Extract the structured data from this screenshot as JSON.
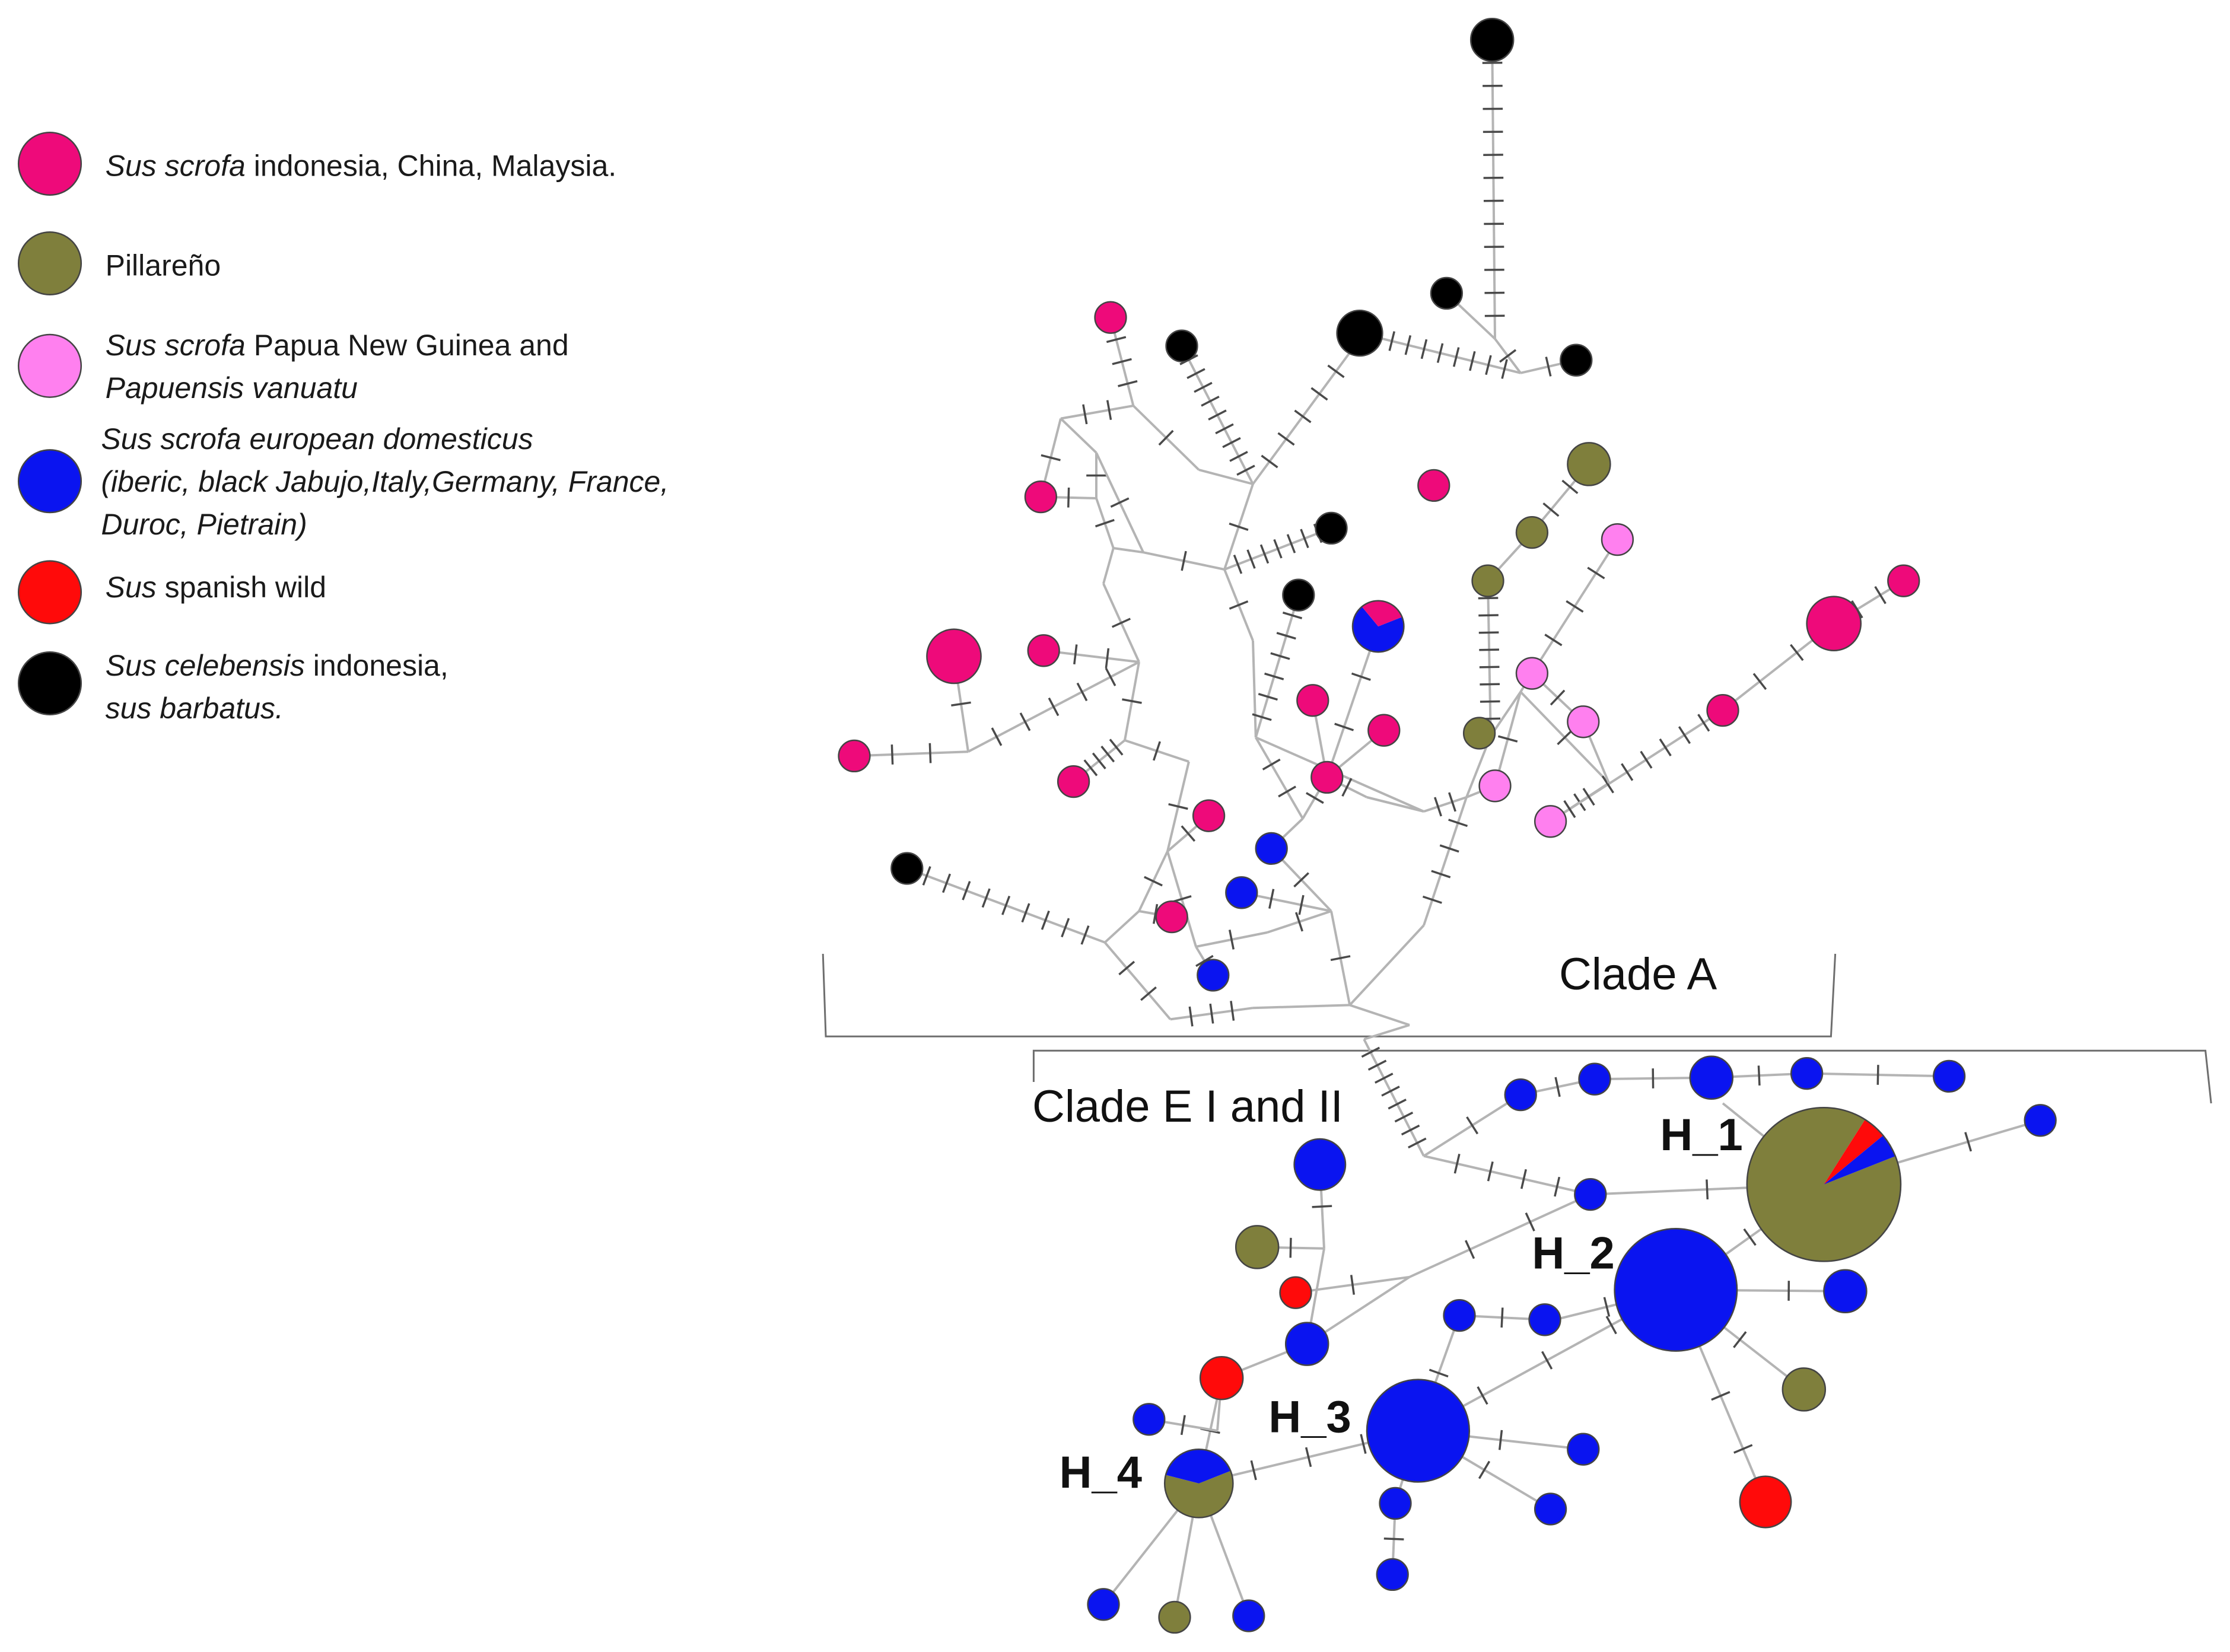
{
  "colors": {
    "asian": "#ee0a7a",
    "pillareno": "#7f7f3c",
    "papua": "#ff80ef",
    "european": "#0a14f0",
    "spanish_wild": "#ff0a0a",
    "celebensis": "#000000"
  },
  "legend": [
    {
      "color_key": "asian",
      "lines": [
        [
          {
            "t": "Sus scrofa",
            "i": true
          },
          {
            "t": " indonesia, China, Malaysia.",
            "i": false
          }
        ]
      ]
    },
    {
      "color_key": "pillareno",
      "lines": [
        [
          {
            "t": "Pillareño",
            "i": false
          }
        ]
      ]
    },
    {
      "color_key": "papua",
      "lines": [
        [
          {
            "t": "Sus scrofa",
            "i": true
          },
          {
            "t": " Papua New Guinea and",
            "i": false
          }
        ],
        [
          {
            "t": "Papuensis vanuatu",
            "i": true
          }
        ]
      ]
    },
    {
      "color_key": "european",
      "lines": [
        [
          {
            "t": "Sus scrofa  european domesticus",
            "i": true
          }
        ],
        [
          {
            "t": "(iberic, black Jabujo,Italy,Germany, France,",
            "i": true
          }
        ],
        [
          {
            "t": "Duroc, Pietrain)",
            "i": true
          }
        ]
      ]
    },
    {
      "color_key": "spanish_wild",
      "lines": [
        [
          {
            "t": "Sus",
            "i": true
          },
          {
            "t": " spanish wild",
            "i": false
          }
        ]
      ]
    },
    {
      "color_key": "celebensis",
      "lines": [
        [
          {
            "t": "Sus celebensis",
            "i": true
          },
          {
            "t": " indonesia,",
            "i": false
          }
        ],
        [
          {
            "t": "sus barbatus.",
            "i": true
          }
        ]
      ]
    }
  ],
  "clades": [
    {
      "id": "A",
      "label": "Clade A"
    },
    {
      "id": "E",
      "label": "Clade E I and II"
    }
  ],
  "haplotypes": [
    {
      "id": "H_1",
      "label": "H_1",
      "composition": [
        {
          "group": "pillareno",
          "share": 0.9
        },
        {
          "group": "spanish_wild",
          "share": 0.05
        },
        {
          "group": "european",
          "share": 0.05
        }
      ]
    },
    {
      "id": "H_2",
      "label": "H_2",
      "composition": [
        {
          "group": "european",
          "share": 1
        }
      ]
    },
    {
      "id": "H_3",
      "label": "H_3",
      "composition": [
        {
          "group": "european",
          "share": 1
        }
      ]
    },
    {
      "id": "H_4",
      "label": "H_4",
      "composition": [
        {
          "group": "pillareno",
          "share": 0.6
        },
        {
          "group": "european",
          "share": 0.4
        }
      ]
    }
  ],
  "mixed_nodes": [
    {
      "id": "M1",
      "composition": [
        {
          "group": "european",
          "share": 0.7
        },
        {
          "group": "asian",
          "share": 0.3
        }
      ]
    }
  ]
}
